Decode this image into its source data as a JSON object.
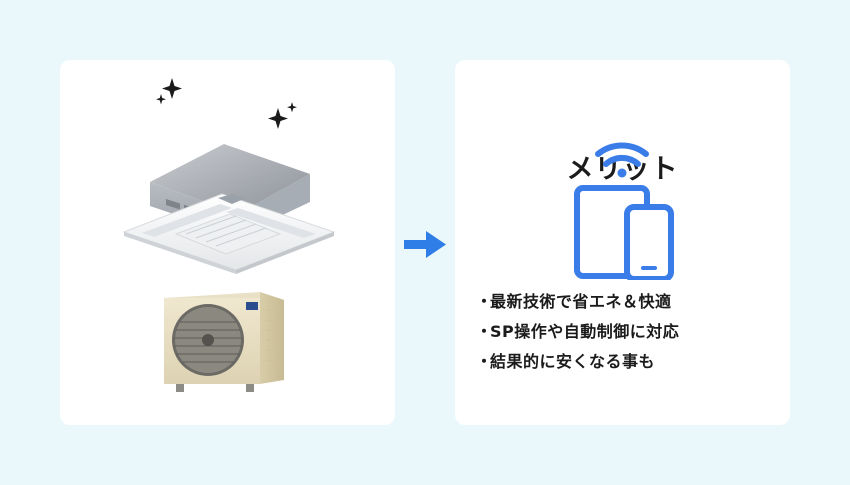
{
  "left_card": {
    "title": "新品",
    "sparkle_icon": "sparkle-icon",
    "indoor_unit_icon": "ceiling-cassette-ac-icon",
    "outdoor_unit_icon": "outdoor-ac-unit-icon"
  },
  "arrow": {
    "icon": "right-arrow-icon",
    "color": "#2f7ee8"
  },
  "right_card": {
    "title": "メリット",
    "device_icon": "wifi-tablet-phone-icon",
    "icon_color": "#3a7de8",
    "bullet": "・",
    "benefits": [
      "最新技術で省エネ＆快適",
      "SP操作や自動制御に対応",
      "結果的に安くなる事も"
    ]
  },
  "colors": {
    "background": "#eaf7fb",
    "card": "#ffffff",
    "text": "#1b1b1b",
    "accent": "#2f7ee8"
  }
}
